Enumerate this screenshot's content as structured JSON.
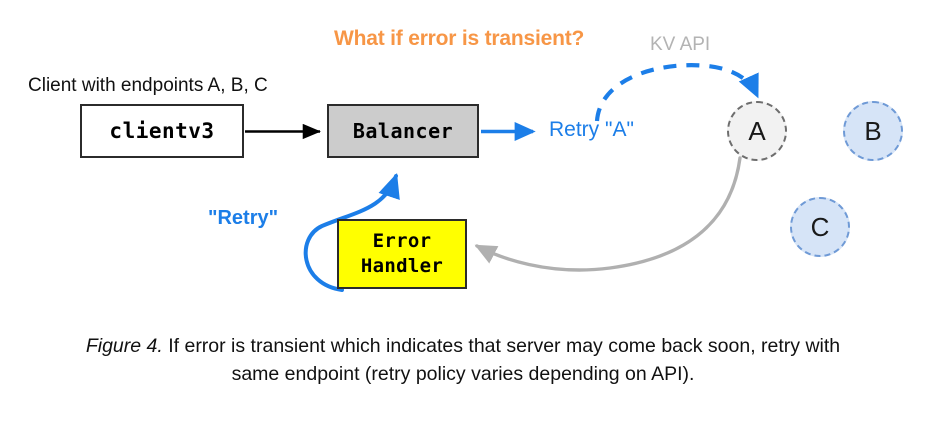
{
  "figure": {
    "headline": "What if error is transient?",
    "api_label": "KV API",
    "client_caption": "Client with endpoints A, B, C",
    "caption_figure_number": "Figure 4.",
    "caption_line1": " If error is transient which indicates that server may come back soon,",
    "caption_line2": "retry with same endpoint (retry policy varies depending on API)."
  },
  "boxes": {
    "client": "clientv3",
    "balancer": "Balancer",
    "error_handler_line1": "Error",
    "error_handler_line2": "Handler"
  },
  "edge_labels": {
    "retry_endpoint": "Retry \"A\"",
    "retry_signal": "\"Retry\""
  },
  "endpoints": [
    {
      "label": "A",
      "state": "down",
      "fill": "#f2f2f2",
      "stroke": "#6e6e6e"
    },
    {
      "label": "B",
      "state": "up",
      "fill": "#d6e4f7",
      "stroke": "#6f9ad6"
    },
    {
      "label": "C",
      "state": "up",
      "fill": "#d6e4f7",
      "stroke": "#6f9ad6"
    }
  ],
  "colors": {
    "accent_orange": "#F79646",
    "accent_blue": "#1C7EE8",
    "gray_label": "#B3B3B3",
    "balancer_gray": "#cccccc",
    "error_yellow": "#ffff00",
    "edge_gray": "#b0b0b0",
    "edge_black": "#000000"
  }
}
